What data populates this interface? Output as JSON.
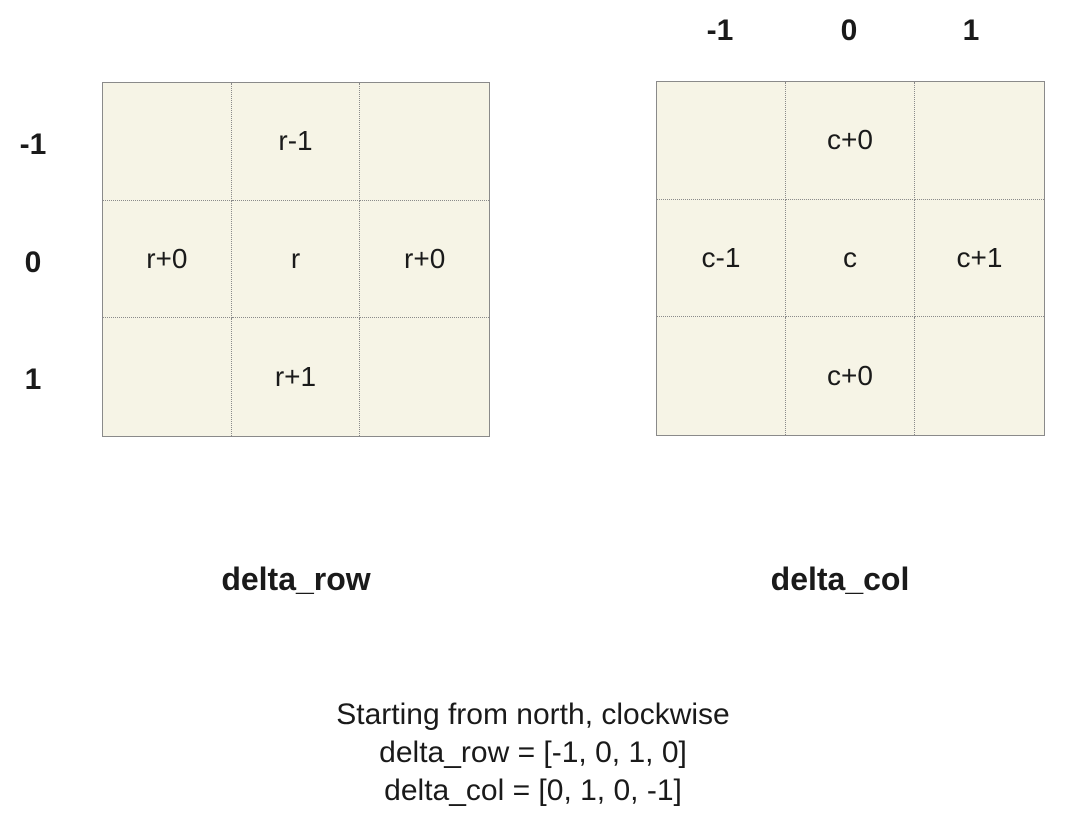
{
  "left_grid": {
    "row_labels": [
      "-1",
      "0",
      "1"
    ],
    "cells": [
      [
        "",
        "r-1",
        ""
      ],
      [
        "r+0",
        "r",
        "r+0"
      ],
      [
        "",
        "r+1",
        ""
      ]
    ],
    "title": "delta_row"
  },
  "right_grid": {
    "col_labels": [
      "-1",
      "0",
      "1"
    ],
    "cells": [
      [
        "",
        "c+0",
        ""
      ],
      [
        "c-1",
        "c",
        "c+1"
      ],
      [
        "",
        "c+0",
        ""
      ]
    ],
    "title": "delta_col"
  },
  "caption": {
    "line1": "Starting from north, clockwise",
    "line2": "delta_row = [-1, 0, 1, 0]",
    "line3": "delta_col = [0, 1, 0, -1]"
  }
}
